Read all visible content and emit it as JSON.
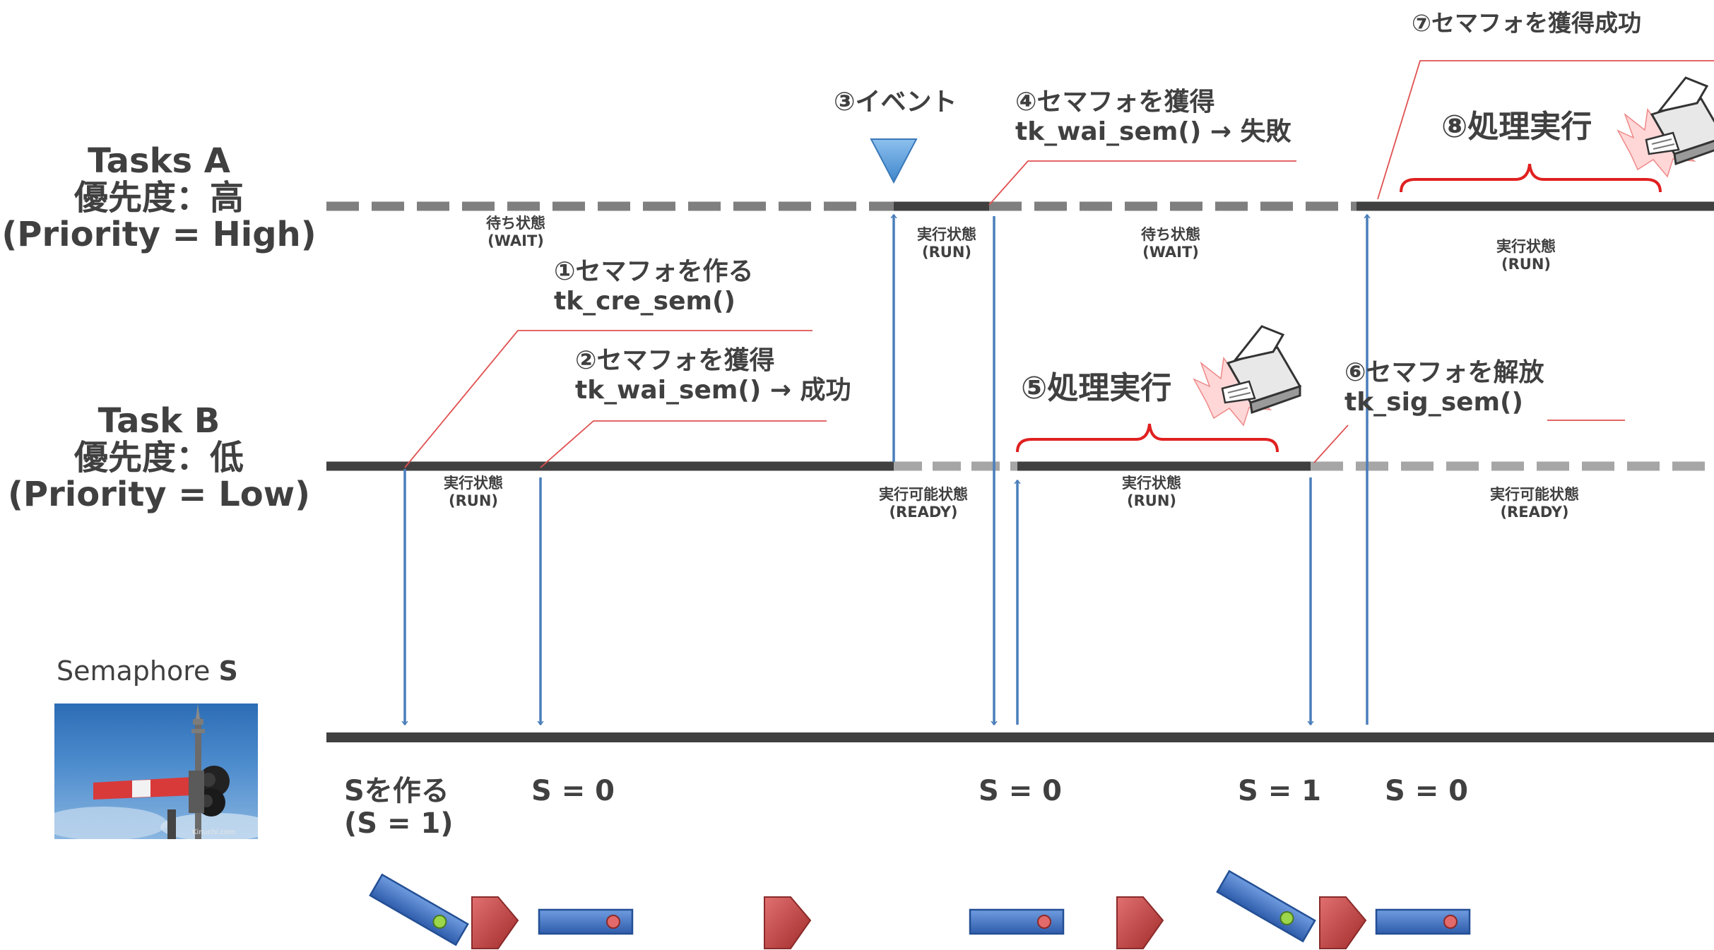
{
  "tasks": {
    "a": {
      "name": "Tasks A",
      "priority_ja": "優先度：高",
      "priority_en": "(Priority = High)"
    },
    "b": {
      "name": "Task B",
      "priority_ja": "優先度：低",
      "priority_en": "(Priority = Low)"
    }
  },
  "semaphore": {
    "prefix": "Semaphore ",
    "name": "S",
    "watermark": "Kinuchi.com"
  },
  "annotations": {
    "step1_title": "①セマフォを作る",
    "step1_call": "tk_cre_sem()",
    "step2_title": "②セマフォを獲得",
    "step2_call": "tk_wai_sem() → 成功",
    "step3": "③イベント",
    "step4_title": "④セマフォを獲得",
    "step4_call": "tk_wai_sem() → 失敗",
    "step5": "⑤処理実行",
    "step6_title": "⑥セマフォを解放",
    "step6_call": "tk_sig_sem()",
    "step7": "⑦セマフォを獲得成功",
    "step8": "⑧処理実行"
  },
  "states": {
    "a_wait1": {
      "ja": "待ち状態",
      "en": "(WAIT)"
    },
    "a_run1": {
      "ja": "実行状態",
      "en": "(RUN)"
    },
    "a_wait2": {
      "ja": "待ち状態",
      "en": "(WAIT)"
    },
    "a_run2": {
      "ja": "実行状態",
      "en": "(RUN)"
    },
    "b_run1": {
      "ja": "実行状態",
      "en": "(RUN)"
    },
    "b_ready1": {
      "ja": "実行可能状態",
      "en": "(READY)"
    },
    "b_run2": {
      "ja": "実行状態",
      "en": "(RUN)"
    },
    "b_ready2": {
      "ja": "実行可能状態",
      "en": "(READY)"
    }
  },
  "semaphore_values": {
    "v1_line1": "Sを作る",
    "v1_line2": "(S = 1)",
    "v2": "S = 0",
    "v3": "S = 0",
    "v4": "S = 1",
    "v5": "S = 0"
  },
  "colors": {
    "timeline_dark": "#404040",
    "timeline_a_dash": "#7f7f7f",
    "timeline_b_dash": "#a6a6a6",
    "arrow": "#4a7ebb",
    "event_triangle": "#5b9bd5",
    "bracket": "#e02020",
    "leader_line": "#e05050",
    "signal_bar": "#4472c4",
    "signal_arrow": "#c0504d"
  },
  "icons": [
    "printer-icon",
    "event-triangle-icon",
    "semaphore-signal-icon"
  ]
}
